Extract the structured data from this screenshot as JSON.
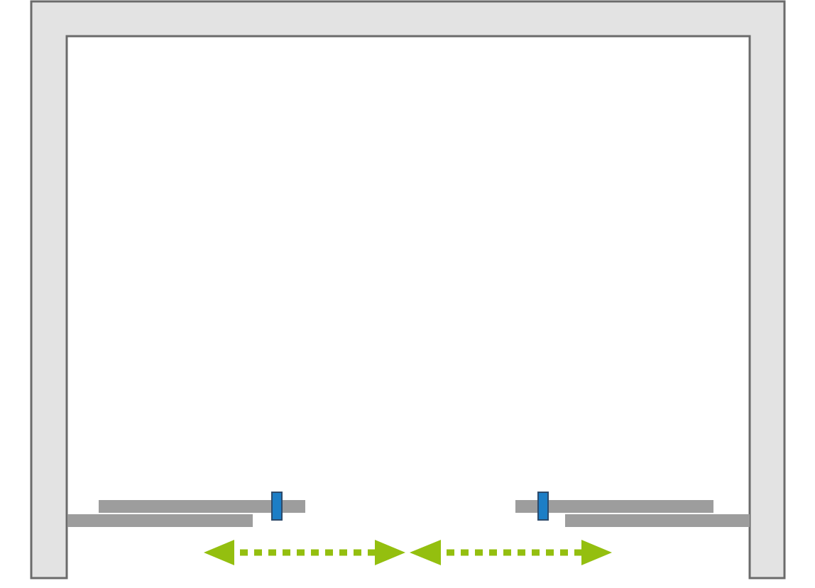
{
  "diagram": {
    "type": "sliding-door-plan",
    "panel_count": 4,
    "handle_count": 2,
    "slide_direction": "both-sides-to-center",
    "colors": {
      "background": "#ffffff",
      "wall_fill": "#e3e3e3",
      "wall_stroke": "#6b6b6b",
      "panel": "#9d9d9d",
      "handle_fill": "#1c7ec6",
      "handle_stroke": "#2d4a6a",
      "arrow": "#94bf0f"
    },
    "icons": {
      "handle": "door-handle-icon",
      "arrow": "double-headed-dotted-arrow-icon"
    }
  }
}
